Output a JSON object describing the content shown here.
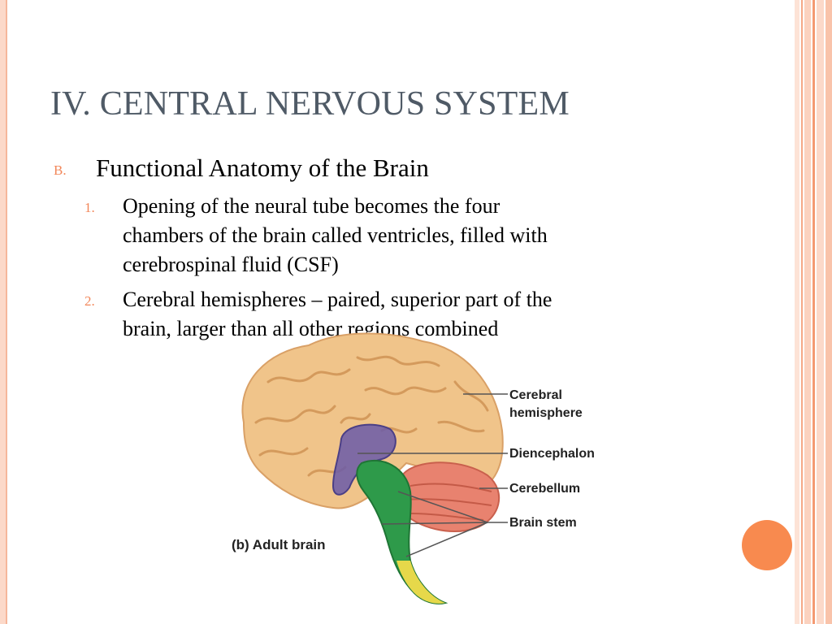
{
  "slide": {
    "title": "IV. CENTRAL NERVOUS SYSTEM",
    "section": {
      "marker": "B.",
      "text": "Functional Anatomy of the Brain"
    },
    "items": [
      {
        "marker": "1.",
        "lines": [
          "Opening of the neural tube becomes the four",
          "chambers of the brain called ventricles, filled with",
          "cerebrospinal fluid (CSF)"
        ]
      },
      {
        "marker": "2.",
        "lines": [
          "Cerebral hemispheres – paired, superior part of the",
          "brain, larger than all other regions combined"
        ]
      }
    ]
  },
  "figure": {
    "caption": "(b) Adult brain",
    "labels": {
      "cerebral_hemisphere_1": "Cerebral",
      "cerebral_hemisphere_2": "hemisphere",
      "diencephalon": "Diencephalon",
      "cerebellum": "Cerebellum",
      "brain_stem": "Brain stem"
    }
  },
  "colors": {
    "accent": "#f88a4f",
    "marker": "#f2875a",
    "title": "#4f5a66",
    "cerebrum": "#f0c48a",
    "diencephalon": "#6a5ba8",
    "cerebellum": "#e8826f",
    "brain_stem": "#2e9a4a"
  }
}
